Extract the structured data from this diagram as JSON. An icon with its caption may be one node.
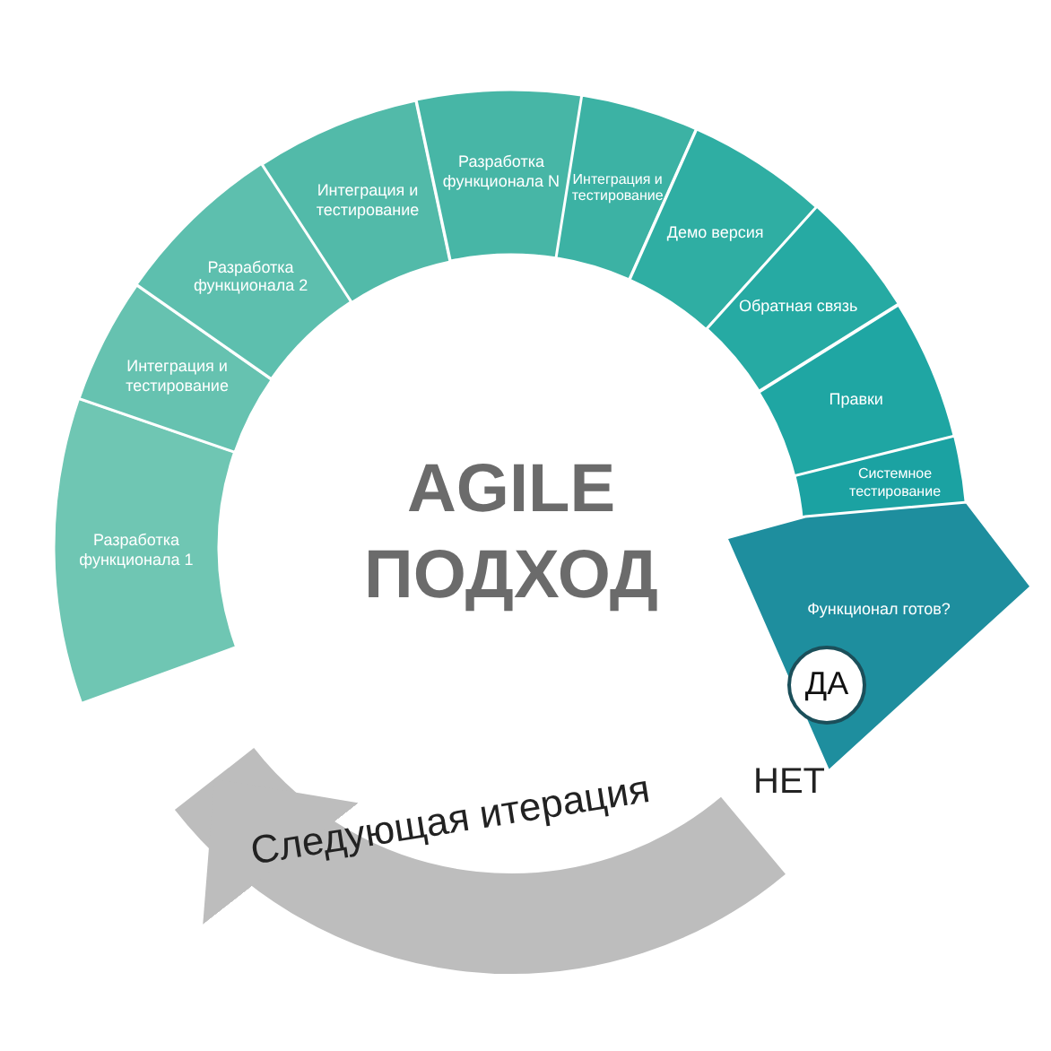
{
  "diagram": {
    "title": "AGILE ПОДХОД",
    "nodes": [
      {
        "text": [
          "Разработка функционала 1"
        ]
      },
      {
        "text": [
          "Интеграция и тестирование"
        ]
      },
      {
        "text": [
          "Разработка функционала 2"
        ]
      },
      {
        "text": [
          "Интеграция и тестирование"
        ]
      },
      {
        "text": [
          "Разработка функционала N"
        ]
      },
      {
        "text": [
          "Интеграция и тестирование"
        ]
      },
      {
        "text": [
          "Демо версия"
        ]
      },
      {
        "text": [
          "Обратная связь"
        ]
      },
      {
        "text": [
          "Правки"
        ]
      },
      {
        "text": [
          "Системное тестирование"
        ]
      },
      {
        "text": [
          "Функционал готов?"
        ]
      },
      {
        "text": [
          "ДА"
        ],
        "in": 10
      }
    ],
    "edges": [
      {
        "from": 10,
        "to": 0,
        "arrow": "to",
        "label": "Следующая итерация",
        "color": "#bdbdbd"
      }
    ],
    "labels": [
      "НЕТ"
    ]
  }
}
